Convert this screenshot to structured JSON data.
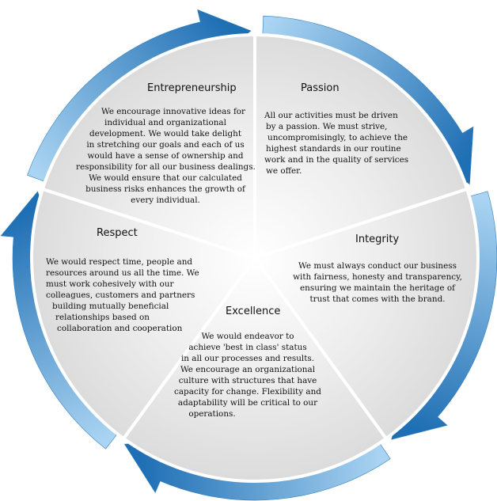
{
  "segments": {
    "entrepreneurship": {
      "title": "Entrepreneurship",
      "lines": [
        "We encourage innovative ideas for",
        "individual and organizational",
        "development. We would take delight",
        "in stretching our goals and each of us",
        "would have a sense of ownership and",
        "responsibility for all our business dealings.",
        "We would ensure that our calculated",
        "business risks enhances the growth of",
        "every individual."
      ]
    },
    "passion": {
      "title": "Passion",
      "lines": [
        "All our activities must be driven",
        "by a passion. We must strive,",
        "uncompromisingly, to achieve the",
        "highest standards in our routine",
        "work and in the quality of services",
        "we offer."
      ]
    },
    "integrity": {
      "title": "Integrity",
      "lines": [
        "We must always conduct our business",
        "with fairness, honesty and transparency,",
        "ensuring we maintain the heritage of",
        "trust that comes with the brand."
      ]
    },
    "excellence": {
      "title": "Excellence",
      "lines": [
        "We would endeavor to",
        "achieve 'best in class' status",
        "in all our processes and results.",
        "We encourage an organizational",
        "culture with structures that have",
        "capacity for change. Flexibility and",
        "adaptability will be critical to our",
        "operations."
      ]
    },
    "respect": {
      "title": "Respect",
      "lines": [
        "We would respect time, people and",
        "resources around us all the time. We",
        "must work cohesively with our",
        "colleagues, customers and partners",
        "building mutually beneficial",
        "relationships based on",
        "collaboration and cooperation"
      ]
    }
  },
  "colors": {
    "arrow_dark": "#1f6fb4",
    "arrow_light": "#aad4f2",
    "segment_fill": "#f1f1f1",
    "segment_border": "#ffffff"
  }
}
